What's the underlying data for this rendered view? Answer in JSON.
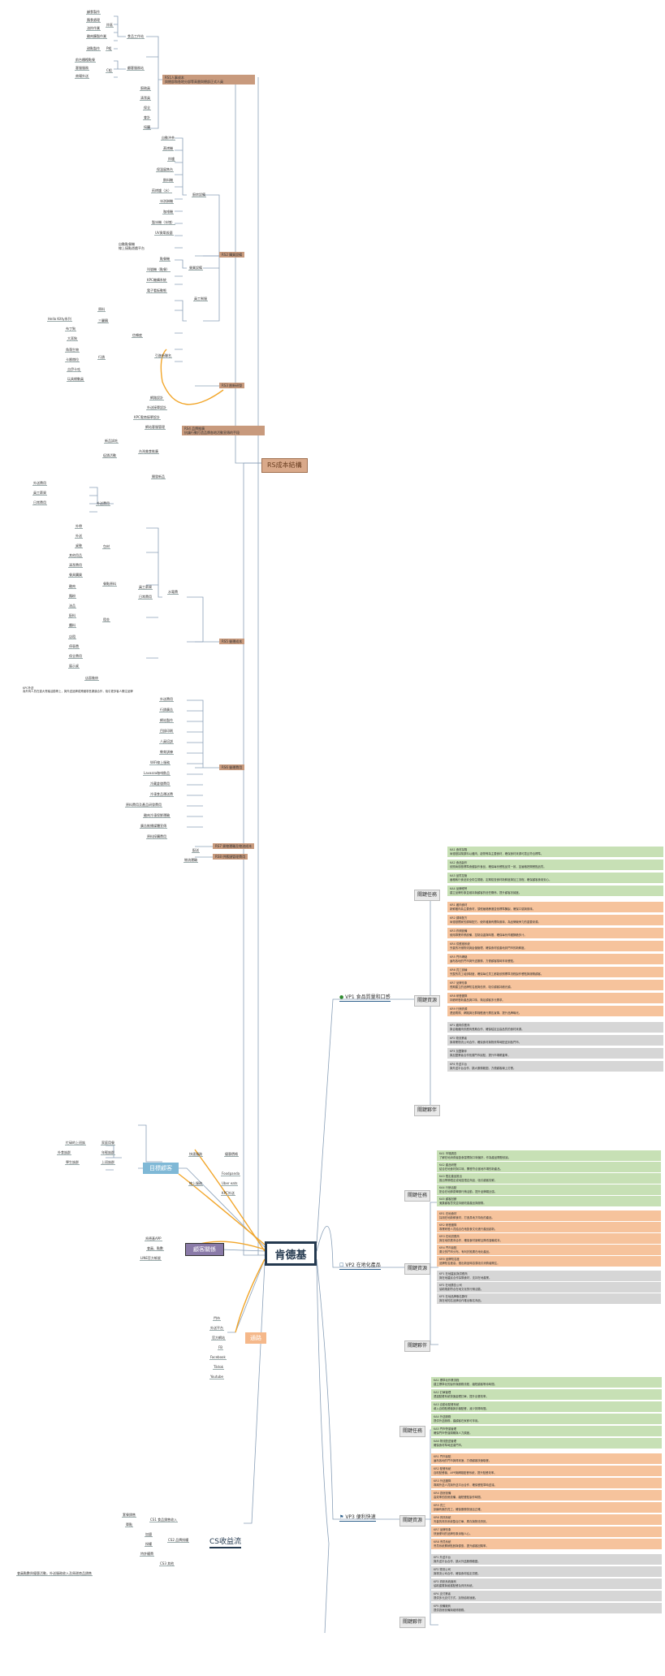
{
  "center": "肯德基",
  "rs": {
    "title": "RS成本結構",
    "branches": [
      {
        "title": "RS1人事成本\n與總部和各地分部等高層與總部正式人員",
        "groups": [
          {
            "name": "食品工作站",
            "items": [
              {
                "name": "炸區",
                "leaves": [
                  "鹹食製作",
                  "麵食處理",
                  "油炸作業",
                  "雞肉醃製作業"
                ]
              },
              {
                "name": "P組",
                "leaves": [
                  "甜點製作"
                ]
              }
            ]
          },
          {
            "name": "顧客服務站",
            "items": [
              {
                "name": "C組",
                "leaves": [
                  "前台櫃檯點餐",
                  "客服服務",
                  "商場外送"
                ]
              }
            ]
          },
          {
            "name": "",
            "items": [
              {
                "name": "",
                "leaves": [
                  "廚務員",
                  "清潔員",
                  "保全",
                  "會計",
                  "採購"
                ]
              }
            ]
          }
        ]
      },
      {
        "title": "RS2 購買設備",
        "groups": [
          {
            "name": "廚房設備",
            "leaves": [
              "自動沖茶",
              "蒸烤機",
              "炸爐",
              "保溫展售台",
              "飲料機",
              "煎烤爐（水）",
              "冰淇淋機",
              "咖啡機",
              "製冰機（冰塊）",
              "UV臭氧殺菌"
            ]
          },
          {
            "name": "營業設備",
            "leaves": [
              "點餐機",
              "叫號機（點餐）",
              "KPC機構系統",
              "電子看板動態"
            ]
          },
          {
            "name": "員工制服",
            "leaves": []
          },
          {
            "name": "自動點餐機",
            "leaves": [
              "線上接點遊戲平台"
            ]
          }
        ]
      },
      {
        "title": "RS3 創新研發"
      },
      {
        "title": "RS4 品牌推廣\n抗議行動打造品牌各地活動宣傳的手段",
        "items": [
          "網路設計",
          "外送接單設計",
          "KPC電商接單設計",
          "網站客服管理",
          "台灣美食推廣",
          "新品試吃",
          "促銷活動",
          "開發新品"
        ]
      },
      {
        "title": "RS5 營運成本",
        "groups": [
          {
            "name": "水電費",
            "leaves": [
              "員工薪資",
              "日常費用"
            ]
          },
          {
            "name": "外送費用",
            "leaves": [
              "外送費用"
            ]
          },
          {
            "name": "包材",
            "leaves": [
              "外帶",
              "外送",
              "桌墊",
              "其他用品",
              "清潔費用",
              "餐具購買"
            ]
          },
          {
            "name": "餐點原料",
            "leaves": [
              "雞肉",
              "麵粉",
              "油品",
              "配料",
              "醬料"
            ]
          },
          {
            "name": "租金",
            "leaves": [
              "店租",
              "停車費",
              "保全費用",
              "展示桌",
              "店面裝修"
            ]
          }
        ],
        "note": "KPC外送\n為外商人員在重大會議活動等上，與外送品牌或跨國零售渠道合作，吸引更多客人關注品牌"
      },
      {
        "title": "RS6 營運費用",
        "items": [
          "外送費用",
          "行銷廣告",
          "網站製作",
          "目錄印刷",
          "人員培訓",
          "教育訓練",
          "WiFi線上服務",
          "Lavazza咖啡飲品",
          "冷藏倉儲費用",
          "冷凍食品運送費",
          "原料費用及產品研發費用",
          "雞肉冷凍保鮮運輸",
          "廣告推播媒體宣傳",
          "原料採購費用"
        ]
      },
      {
        "title": "RS7 貨物運輸及物流成本",
        "items": [
          "配送",
          "物流運輸"
        ]
      },
      {
        "title": "RS8 供應鏈管理費用",
        "items": [
          "配送"
        ]
      }
    ]
  },
  "vp1": {
    "title": "VP1 食品質量和口感",
    "groups": [
      {
        "name": "關鍵任務",
        "items": [
          {
            "t": "KA1 食材採購",
            "d": "肯德基採購原料以雞肉、穀物等為主要食材，確保食材來源可靠且符合標準。",
            "c": "g"
          },
          {
            "t": "KA2 食品製作",
            "d": "依照肯德基標準食譜製作食品，確保每份餐點品質一致，並嚴格把關餐點品質。",
            "c": "g"
          },
          {
            "t": "KA3 品質控管",
            "d": "嚴格執行食品安全衛生規範，定期檢查食材新鮮度與加工流程，確保顧客食用安心。",
            "c": "g"
          },
          {
            "t": "KA4 品牌經營",
            "d": "建立品牌形象並維持與顧客的信任關係，提升顧客忠誠度。",
            "c": "g"
          }
        ]
      },
      {
        "name": "關鍵資源",
        "items": [
          {
            "t": "KR1 雞肉食材",
            "d": "新鮮雞肉為主要食材，須經嚴格篩選並依標準醃製，確保口感與風味。",
            "c": "o"
          },
          {
            "t": "KR2 調味配方",
            "d": "肯德基獨家的調味配方，使炸雞擁有獨特風味，為品牌競爭力的重要來源。",
            "c": "o"
          },
          {
            "t": "KR3 炸鍋設備",
            "d": "使用專業炸鍋設備，控制油溫與時間，確保每份炸雞酥脆多汁。",
            "c": "o"
          },
          {
            "t": "KR4 供應鏈系統",
            "d": "完善的冷鏈物流與倉儲管理，確保食材從產地到門市的新鮮度。",
            "c": "o"
          },
          {
            "t": "KR5 門市網絡",
            "d": "遍布各地的門市與外送服務，方便顧客隨時享用餐點。",
            "c": "o"
          },
          {
            "t": "KR6 員工訓練",
            "d": "完整的員工培訓制度，確保每位員工都能依照標準流程製作餐點與服務顧客。",
            "c": "o"
          },
          {
            "t": "KR7 品牌形象",
            "d": "長期建立的品牌知名度與信譽，吸引顧客持續光顧。",
            "c": "o"
          },
          {
            "t": "KR8 研發團隊",
            "d": "持續研發新產品與口味，滿足顧客多元需求。",
            "c": "o"
          },
          {
            "t": "KR9 行銷資源",
            "d": "透過電視、網路與社群媒體進行廣告宣傳，提升品牌曝光。",
            "c": "o"
          }
        ]
      },
      {
        "name": "關鍵夥伴",
        "items": [
          {
            "t": "KP1 雞肉供應商",
            "d": "與合格雞肉供應商長期合作，確保穩定且高品質的食材來源。",
            "c": "gr"
          },
          {
            "t": "KP2 物流業者",
            "d": "與專業物流公司合作，確保食材與物資準時配送到各門市。",
            "c": "gr"
          },
          {
            "t": "KP3 加盟夥伴",
            "d": "與加盟業者合作拓展門市據點，提升市場覆蓋率。",
            "c": "gr"
          },
          {
            "t": "KP4 外送平台",
            "d": "與外送平台合作，擴大服務範圍，方便顧客線上訂餐。",
            "c": "gr"
          }
        ]
      }
    ]
  },
  "vp2": {
    "title": "VP2 在地化產品",
    "groups": [
      {
        "name": "關鍵任務",
        "items": [
          {
            "t": "KA1 市場調查",
            "d": "了解在地消費者飲食習慣與口味偏好，作為產品開發依據。",
            "c": "g"
          },
          {
            "t": "KA2 產品研發",
            "d": "結合在地食材與口味，開發符合當地市場的新產品。",
            "c": "g"
          },
          {
            "t": "KA3 限定產品推出",
            "d": "推出季節限定或地區限定商品，吸引顧客嘗鮮。",
            "c": "g"
          },
          {
            "t": "KA4 行銷活動",
            "d": "配合在地節慶舉辦行銷活動，提升品牌親近感。",
            "c": "g"
          },
          {
            "t": "KA5 顧客回饋",
            "d": "蒐集顧客意見並持續改善產品與服務。",
            "c": "g"
          }
        ]
      },
      {
        "name": "關鍵資源",
        "items": [
          {
            "t": "KR1 在地食材",
            "d": "採用在地新鮮食材，打造具地方特色的產品。",
            "c": "o"
          },
          {
            "t": "KR2 研發團隊",
            "d": "專業研發人員結合在地飲食文化進行產品創新。",
            "c": "o"
          },
          {
            "t": "KR3 在地供應商",
            "d": "與在地供應商合作，確保食材新鮮且降低運輸成本。",
            "c": "o"
          },
          {
            "t": "KR4 門市據點",
            "d": "廣泛的門市分布，有利於推廣在地化產品。",
            "c": "o"
          },
          {
            "t": "KR5 品牌知名度",
            "d": "品牌知名度高，推出新品時容易吸引消費者關注。",
            "c": "o"
          }
        ]
      },
      {
        "name": "關鍵夥伴",
        "items": [
          {
            "t": "KP1 在地農民與供應商",
            "d": "與在地農民合作採購食材，支持在地產業。",
            "c": "gr"
          },
          {
            "t": "KP2 在地廣告公司",
            "d": "協助規劃符合在地文化的行銷活動。",
            "c": "gr"
          },
          {
            "t": "KP3 在地品牌聯名夥伴",
            "d": "與在地知名品牌合作推出聯名商品。",
            "c": "gr"
          }
        ]
      }
    ]
  },
  "vp3": {
    "title": "VP3 便利快速",
    "groups": [
      {
        "name": "關鍵任務",
        "items": [
          {
            "t": "KA1 標準化作業流程",
            "d": "建立標準化的製作與服務流程，縮短顧客等待時間。",
            "c": "g"
          },
          {
            "t": "KA2 訂單管理",
            "d": "透過點餐系統快速處理訂單，提升出餐效率。",
            "c": "g"
          },
          {
            "t": "KA3 自動化點餐系統",
            "d": "導入自助點餐機與手機點餐，減少排隊時間。",
            "c": "g"
          },
          {
            "t": "KA4 外送服務",
            "d": "提供外送服務，讓顧客在家即可享用。",
            "c": "g"
          },
          {
            "t": "KA5 門市營運管理",
            "d": "確保門市營運順暢與人力調度。",
            "c": "g"
          },
          {
            "t": "KA6 物流配送管理",
            "d": "確保食材準時送達門市。",
            "c": "g"
          }
        ]
      },
      {
        "name": "關鍵資源",
        "items": [
          {
            "t": "KR1 門市據點",
            "d": "遍布各地的門市與得來速，方便顧客快速取餐。",
            "c": "o"
          },
          {
            "t": "KR2 點餐系統",
            "d": "自助點餐機、APP與網路點餐系統，提升點餐效率。",
            "c": "o"
          },
          {
            "t": "KR3 外送團隊",
            "d": "專屬外送人員與外送平台合作，確保餐點準時送達。",
            "c": "o"
          },
          {
            "t": "KR4 廚房設備",
            "d": "高效率的廚房設備，縮短餐點製作時間。",
            "c": "o"
          },
          {
            "t": "KR5 員工",
            "d": "訓練有素的員工，確保服務快速且正確。",
            "c": "o"
          },
          {
            "t": "KR6 資訊系統",
            "d": "完善的資訊系統整合訂單、庫存與物流資訊。",
            "c": "o"
          },
          {
            "t": "KR7 品牌形象",
            "d": "快速便利的品牌形象深植人心。",
            "c": "o"
          },
          {
            "t": "KR8 會員系統",
            "d": "會員系統累積點數與優惠，提升顧客回購率。",
            "c": "o"
          }
        ]
      },
      {
        "name": "關鍵夥伴",
        "items": [
          {
            "t": "KP1 外送平台",
            "d": "與外送平台合作，擴大外送服務範圍。",
            "c": "gr"
          },
          {
            "t": "KP2 物流公司",
            "d": "與物流公司合作，確保食材穩定供應。",
            "c": "gr"
          },
          {
            "t": "KP3 資訊系統廠商",
            "d": "協助建置與維護點餐及資訊系統。",
            "c": "gr"
          },
          {
            "t": "KP4 支付業者",
            "d": "提供多元支付方式，加快結帳速度。",
            "c": "gr"
          },
          {
            "t": "KP5 設備廠商",
            "d": "提供廚房設備與維修服務。",
            "c": "gr"
          }
        ]
      }
    ]
  },
  "cs": {
    "title": "CS收益流",
    "items": [
      {
        "name": "CS1 食品銷售收入",
        "leaves": [
          "套餐銷售",
          "單點"
        ]
      },
      {
        "name": "CS2 品牌授權",
        "leaves": [
          "加盟",
          "授權",
          "特許權費"
        ]
      },
      {
        "name": "CS3 其他",
        "leaves": [
          "會員點數與優惠活動，外送服務收入及周邊商品銷售"
        ]
      }
    ]
  },
  "cs_left": {
    "title": "目標顧客",
    "items": [
      "家庭用餐",
      "年輕族群",
      "上班族群"
    ],
    "sub": [
      "忙碌的上班族",
      "外食族群",
      "學生族群"
    ]
  },
  "cr": {
    "title": "顧客關係",
    "items": [
      "肯德基APP",
      "會員、點數",
      "LINE官方帳號"
    ]
  },
  "ch": {
    "title": "通路",
    "items": [
      "門市",
      "外送平台",
      "官方網站",
      "FB",
      "Facebook",
      "Tiktok",
      "Youtube"
    ]
  },
  "cust_right": {
    "hub1": "快速服務",
    "leaf1": "優惠價格",
    "hub2": "線上服務",
    "leaves2": [
      "Foodpanda",
      "Uber eats",
      "KPC外送"
    ]
  }
}
